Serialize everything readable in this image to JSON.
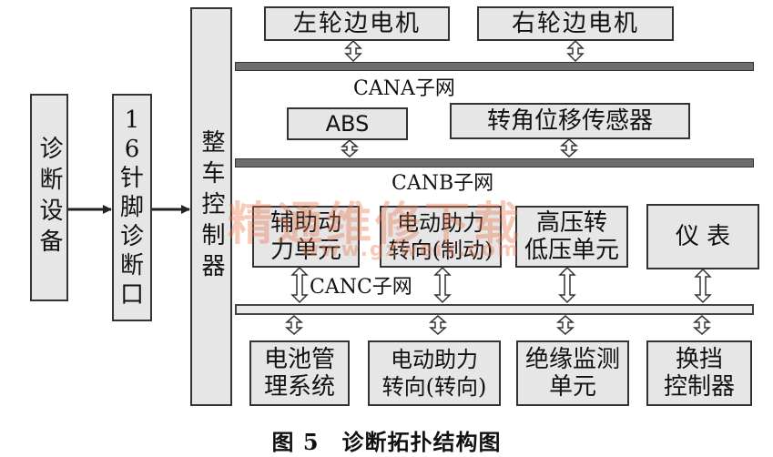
{
  "nodes": {
    "diag_device": "诊断设备",
    "diag_port": "16针脚诊断口",
    "vcu": "整车控制器",
    "left_motor": "左轮边电机",
    "right_motor": "右轮边电机",
    "abs": "ABS",
    "angle_sensor": "转角位移传感器",
    "aux_power": "辅助动\n力单元",
    "eps_brake": "电动助力\n转向(制动)",
    "dcdc": "高压转\n低压单元",
    "instrument": "仪 表",
    "bms": "电池管\n理系统",
    "eps_steer": "电动助力\n转向(转向)",
    "insulation": "绝缘监测\n单元",
    "gear_ctrl": "换挡\n控制器"
  },
  "buses": {
    "cana": "CANA子网",
    "canb": "CANB子网",
    "canc": "CANC子网"
  },
  "watermark": "精通维修下载",
  "watermark_url": "www.gzweix.com",
  "caption": "图 5　诊断拓扑结构图"
}
